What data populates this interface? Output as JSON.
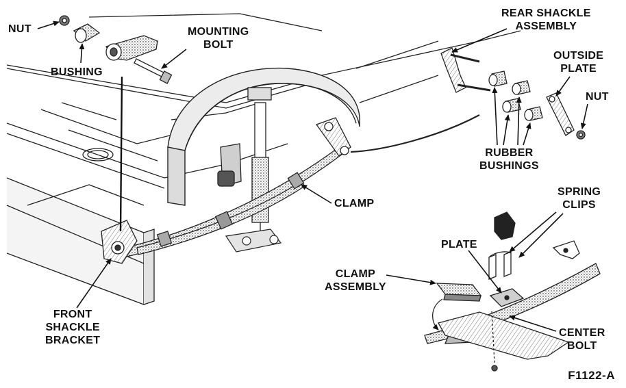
{
  "labels": {
    "nut_left": "NUT",
    "bushing": "BUSHING",
    "mounting_bolt": [
      "MOUNTING",
      "BOLT"
    ],
    "front_shackle_bracket": [
      "FRONT",
      "SHACKLE",
      "BRACKET"
    ],
    "clamp": "CLAMP",
    "rear_shackle_assembly": [
      "REAR SHACKLE",
      "ASSEMBLY"
    ],
    "outside_plate": [
      "OUTSIDE",
      "PLATE"
    ],
    "nut_right": "NUT",
    "rubber_bushings": [
      "RUBBER",
      "BUSHINGS"
    ],
    "spring_clips": [
      "SPRING",
      "CLIPS"
    ],
    "plate": "PLATE",
    "clamp_assembly": [
      "CLAMP",
      "ASSEMBLY"
    ],
    "center_bolt": [
      "CENTER",
      "BOLT"
    ]
  },
  "figure_id": "F1122-A",
  "colors": {
    "ink": "#111111",
    "paper": "#ffffff",
    "shade": "#cfcfcf"
  }
}
